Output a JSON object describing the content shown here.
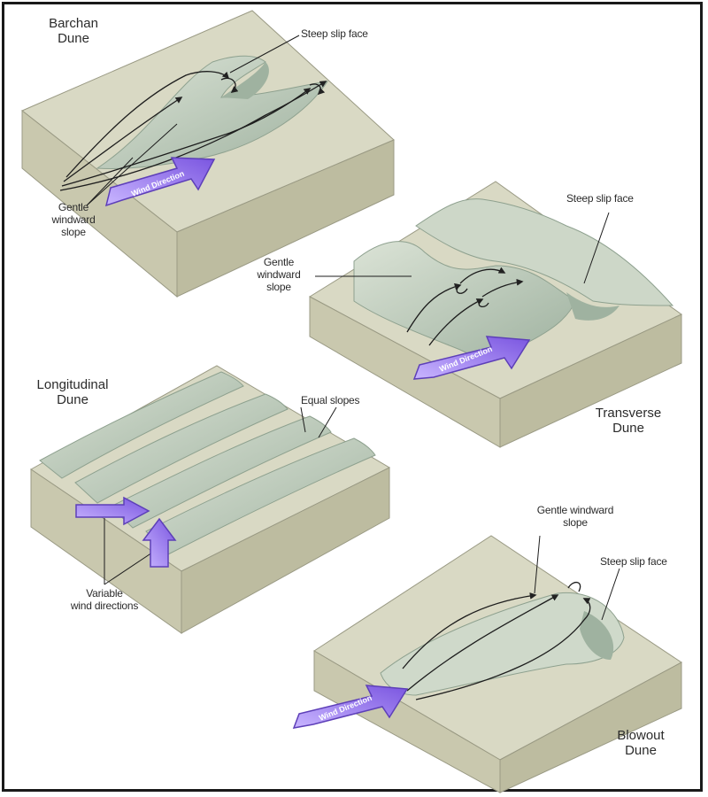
{
  "panels": {
    "barchan": {
      "title_line1": "Barchan",
      "title_line2": "Dune",
      "slip_face": "Steep slip face",
      "windward_line1": "Gentle",
      "windward_line2": "windward",
      "windward_line3": "slope",
      "wind_label": "Wind Direction"
    },
    "transverse": {
      "title_line1": "Transverse",
      "title_line2": "Dune",
      "slip_face": "Steep slip face",
      "windward_line1": "Gentle",
      "windward_line2": "windward",
      "windward_line3": "slope",
      "wind_label": "Wind Direction"
    },
    "longitudinal": {
      "title_line1": "Longitudinal",
      "title_line2": "Dune",
      "equal_slopes": "Equal slopes",
      "variable_line1": "Variable",
      "variable_line2": "wind directions"
    },
    "blowout": {
      "title_line1": "Blowout",
      "title_line2": "Dune",
      "windward_line1": "Gentle windward",
      "windward_line2": "slope",
      "slip_face": "Steep slip face",
      "wind_label": "Wind Direction"
    }
  },
  "colors": {
    "block_top": "#d9d9c4",
    "block_side": "#c9c8ae",
    "block_front": "#bdbca0",
    "dune": "#c6d2c0",
    "dune_shadow": "#9fb2a0",
    "arrow_fill": "#8f6fe0",
    "arrow_stroke": "#5d3fb8"
  },
  "icons": {
    "wind_arrow": "wind-arrow-icon",
    "flow_line": "flow-arrow-icon"
  }
}
